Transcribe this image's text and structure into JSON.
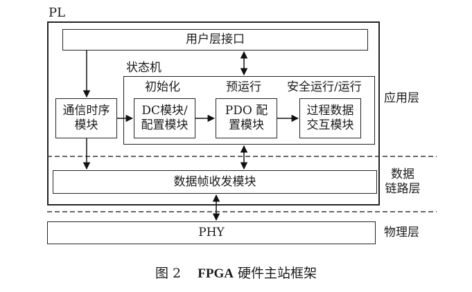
{
  "figure": {
    "caption_prefix": "图 2",
    "caption_bold": "FPGA",
    "caption_rest": "硬件主站框架"
  },
  "container": {
    "label": "PL"
  },
  "user_interface": {
    "label": "用户层接口"
  },
  "state_machine": {
    "label": "状态机",
    "stages": [
      {
        "title": "初始化",
        "module_line1": "DC模块/",
        "module_line2": "配置模块"
      },
      {
        "title": "预运行",
        "module_line1": "PDO 配",
        "module_line2": "置模块"
      },
      {
        "title": "安全运行/运行",
        "module_line1": "过程数据",
        "module_line2": "交互模块"
      }
    ]
  },
  "comm_timing": {
    "line1": "通信时序",
    "line2": "模块"
  },
  "data_frame": {
    "label": "数据帧收发模块"
  },
  "phy": {
    "label": "PHY"
  },
  "layers": [
    {
      "line1": "应用层",
      "line2": ""
    },
    {
      "line1": "数据",
      "line2": "链路层"
    },
    {
      "line1": "物理层",
      "line2": ""
    }
  ]
}
